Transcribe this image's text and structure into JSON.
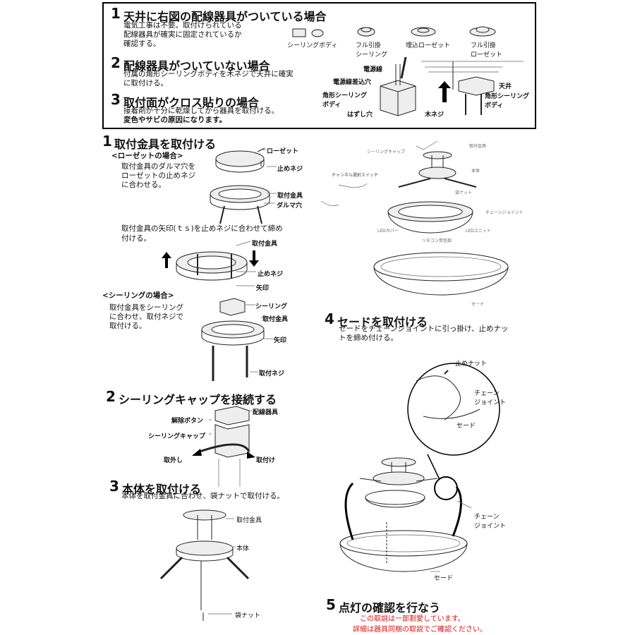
{
  "top_box": {
    "s1": {
      "num": "1",
      "title": "天井に右図の配線器具がついている場合",
      "body": [
        "電気工事は不要。取付けられている",
        "配線器具が確実に固定されているか",
        "確認する。"
      ]
    },
    "s2": {
      "num": "2",
      "title": "配線器具がついていない場合",
      "body": [
        "付属の角形シーリングボディを木ネジで天井に確実",
        "に取付ける。"
      ]
    },
    "s3": {
      "num": "3",
      "title": "取付面がクロス貼りの場合",
      "body": [
        "接着剤が十分に乾燥してから器具を取付ける。"
      ],
      "body_bold": "変色やサビの原因になります。"
    },
    "fixtures": [
      "シーリングボディ",
      "フル引掛\nシーリング",
      "埋込ローゼット",
      "フル引掛\nローゼット"
    ],
    "labels": {
      "power_wire": "電源線",
      "wire_hole": "電源線差込穴",
      "square_body": "角形シーリング\nボディ",
      "release_hole": "はずし穴",
      "ceiling": "天井",
      "square_body2": "角形シーリング\nボディ",
      "wood_screw": "木ネジ"
    }
  },
  "step1": {
    "num": "1",
    "title": "取付金具を取付ける",
    "rosette_head": "<ローゼットの場合>",
    "rosette_body": [
      "取付金具のダルマ穴を",
      "ローゼットの止めネジ",
      "に合わせる。"
    ],
    "labels_a": {
      "rosette": "ローゼット",
      "stop_screw": "止めネジ",
      "bracket": "取付金具",
      "daruma": "ダルマ穴"
    },
    "arrow_text": [
      "取付金具の矢印(ｔｓ)を止めネジに合わせて締め",
      "付ける。"
    ],
    "labels_b": {
      "bracket": "取付金具",
      "stop_screw": "止めネジ",
      "arrow": "矢印"
    },
    "ceiling_head": "<シーリングの場合>",
    "ceiling_body": [
      "取付金具をシーリング",
      "に合わせ、取付ネジで",
      "取付ける。"
    ],
    "labels_c": {
      "ceiling": "シーリング",
      "bracket": "取付金具",
      "arrow": "矢印",
      "mount_screw": "取付ネジ"
    }
  },
  "step2": {
    "num": "2",
    "title": "シーリングキャップを接続する",
    "labels": {
      "wiring": "配線器具",
      "release": "解除ボタン",
      "cap": "シーリングキャップ",
      "remove": "取外し",
      "attach": "取付け"
    }
  },
  "step3": {
    "num": "3",
    "title": "本体を取付ける",
    "body": "本体を取付金具に合わせ、袋ナットで取付ける。",
    "labels": {
      "bracket": "取付金具",
      "body": "本体",
      "cap_nut": "袋ナット"
    }
  },
  "overview": {
    "labels": {
      "cap": "シーリングキャップ",
      "bracket": "取付金具",
      "body": "本体",
      "channel": "チャンネル選択スイッチ",
      "nut": "袋ナット",
      "chain": "チェーンジョイント",
      "cover": "LEDカバー",
      "unit": "LEDユニット",
      "sensor": "リモコン受信部",
      "shade": "セード"
    }
  },
  "step4": {
    "num": "4",
    "title": "セードを取付ける",
    "body": [
      "セードをチェーンジョイントに引っ掛け、止めナッ",
      "トを締め付ける。"
    ],
    "labels": {
      "stop_nut": "止めナット",
      "chain": "チェーン\nジョイント",
      "shade": "セード",
      "chain2": "チェーン\nジョイント",
      "shade2": "セード"
    }
  },
  "step5": {
    "num": "5",
    "title": "点灯の確認を行なう",
    "notes": [
      "この取説は一部割愛しています。",
      "詳細は器具同梱の取説でご確認ください。"
    ]
  }
}
